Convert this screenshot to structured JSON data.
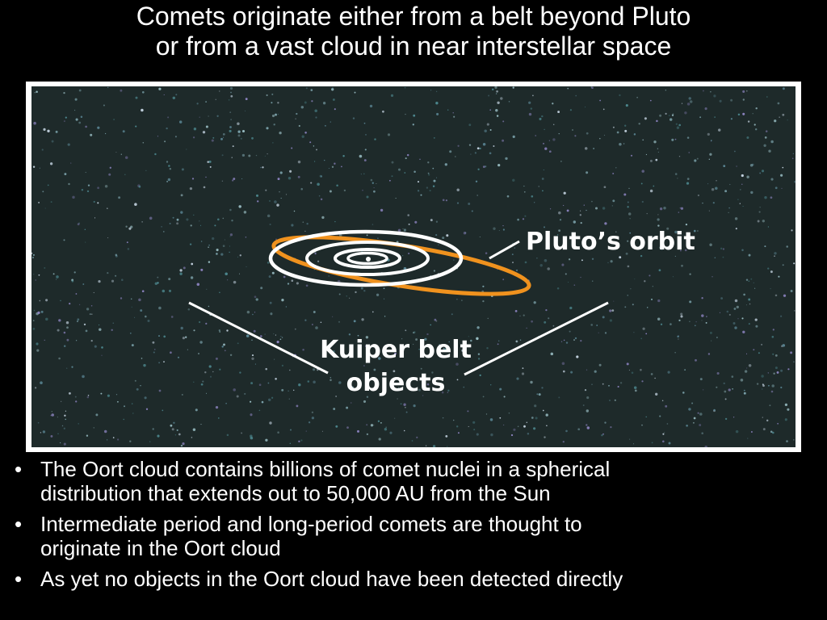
{
  "title": {
    "line1": "Comets originate either from a belt beyond Pluto",
    "line2": "or from a vast cloud in near interstellar space"
  },
  "figure": {
    "pluto_label": "Pluto’s orbit",
    "kuiper_label_line1": "Kuiper belt",
    "kuiper_label_line2": "objects",
    "colors": {
      "background": "#1e2a2a",
      "pluto_orbit": "#f0921e",
      "planet_orbits": "#ffffff",
      "frame": "#ffffff"
    }
  },
  "bullets": {
    "marker": "•",
    "items": [
      {
        "line1": "The Oort cloud contains billions of comet nuclei in a spherical",
        "line2": "distribution that extends out to 50,000 AU from the Sun"
      },
      {
        "line1": "Intermediate period and long-period comets are thought to",
        "line2": "originate in the Oort cloud"
      },
      {
        "line1": "As yet no objects in the Oort cloud have been detected directly",
        "line2": ""
      }
    ]
  }
}
